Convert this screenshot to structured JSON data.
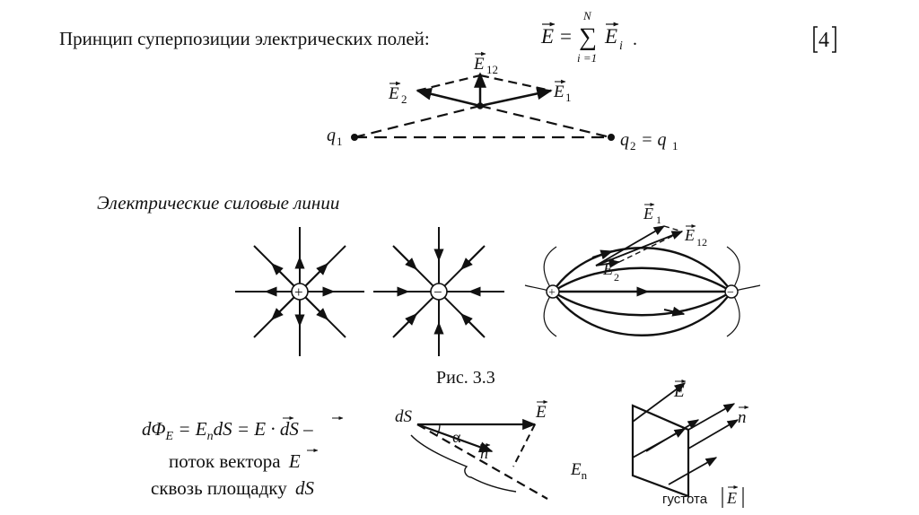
{
  "slide": {
    "title": "Принцип суперпозиции электрических полей:",
    "number": "4",
    "figure_caption": "Рис. 3.3"
  },
  "superposition": {
    "formula": {
      "E": "E",
      "eq": "=",
      "sum": "∑",
      "N": "N",
      "lower": "i =1",
      "Ei": "E",
      "i": "i",
      "dot": "."
    },
    "labels": {
      "E12": "E",
      "E12_sub": "12",
      "E2": "E",
      "E2_sub": "2",
      "E1": "E",
      "E1_sub": "1",
      "q1": "q",
      "q1_sub": "1",
      "q2": "q",
      "q2_sub": "2",
      "q2_eq": "= q",
      "q2_eq_sub": "1"
    }
  },
  "field_lines": {
    "heading": "Электрические силовые линии",
    "plus": "+",
    "minus": "−",
    "dipole_labels": {
      "E1": "E",
      "E1_sub": "1",
      "E12": "E",
      "E12_sub": "12",
      "E2": "E",
      "E2_sub": "2"
    }
  },
  "flux": {
    "line1": {
      "dPhi": "dΦ",
      "dPhi_sub": "E",
      "rest_a": " = E",
      "n_sub": "n",
      "rest_b": "dS = ",
      "Evec": "E",
      "dotop": " · d",
      "Svec": "S",
      "dash": " –"
    },
    "line2": "поток вектора",
    "line2_E": "E",
    "line3": "сквозь площадку",
    "line3_dS": "dS",
    "diagram1": {
      "dS": "dS",
      "E": "E",
      "alpha": "α",
      "n": "n",
      "En": "E",
      "En_sub": "n"
    },
    "diagram2": {
      "E": "E",
      "n": "n",
      "density": "густота",
      "absE": "E"
    }
  }
}
